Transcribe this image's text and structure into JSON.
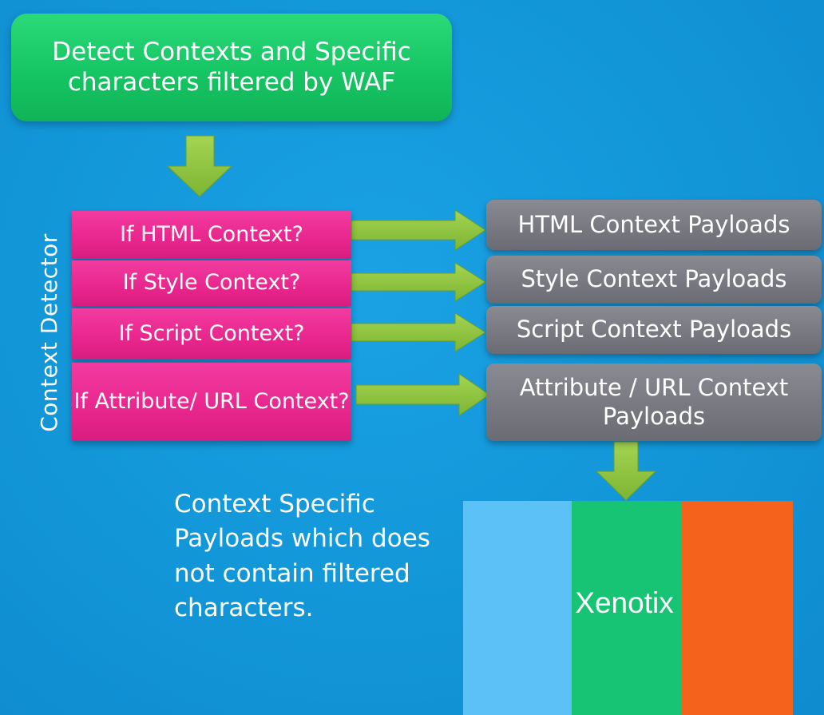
{
  "top_box": {
    "text": "Detect Contexts and Specific characters filtered by WAF"
  },
  "side_label": "Context Detector",
  "checks": [
    {
      "text": "If HTML Context?"
    },
    {
      "text": "If Style Context?"
    },
    {
      "text": "If Script Context?"
    },
    {
      "text": "If Attribute/ URL Context?"
    }
  ],
  "payloads": [
    {
      "text": "HTML Context Payloads"
    },
    {
      "text": "Style Context Payloads"
    },
    {
      "text": "Script Context Payloads"
    },
    {
      "text": "Attribute / URL Context Payloads"
    }
  ],
  "note": "Context Specific Payloads which does not contain filtered characters.",
  "tool": {
    "name": "Xenotix",
    "colors": [
      "#5cc1f6",
      "#16c474",
      "#f4621c"
    ]
  },
  "colors": {
    "background": "#1296d8",
    "decision_box": "#e8268d",
    "payload_box": "#77777f",
    "start_box": "#16c564",
    "arrow": "#8ec63f"
  }
}
